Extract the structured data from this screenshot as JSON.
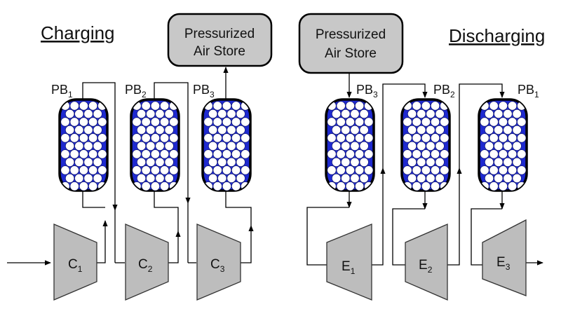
{
  "charging": {
    "title": "Charging",
    "store": {
      "line1": "Pressurized",
      "line2": "Air Store"
    },
    "beds": [
      {
        "label": "PB",
        "sub": "1"
      },
      {
        "label": "PB",
        "sub": "2"
      },
      {
        "label": "PB",
        "sub": "3"
      }
    ],
    "compressors": [
      {
        "label": "C",
        "sub": "1"
      },
      {
        "label": "C",
        "sub": "2"
      },
      {
        "label": "C",
        "sub": "3"
      }
    ]
  },
  "discharging": {
    "title": "Discharging",
    "store": {
      "line1": "Pressurized",
      "line2": "Air Store"
    },
    "beds": [
      {
        "label": "PB",
        "sub": "3"
      },
      {
        "label": "PB",
        "sub": "2"
      },
      {
        "label": "PB",
        "sub": "1"
      }
    ],
    "expanders": [
      {
        "label": "E",
        "sub": "1"
      },
      {
        "label": "E",
        "sub": "2"
      },
      {
        "label": "E",
        "sub": "3"
      }
    ]
  },
  "colors": {
    "vessel_fill": "#1f2ad0",
    "pebble": "#ffffff",
    "machine_fill": "#bdbdbd",
    "store_fill": "#c8c8c8"
  }
}
